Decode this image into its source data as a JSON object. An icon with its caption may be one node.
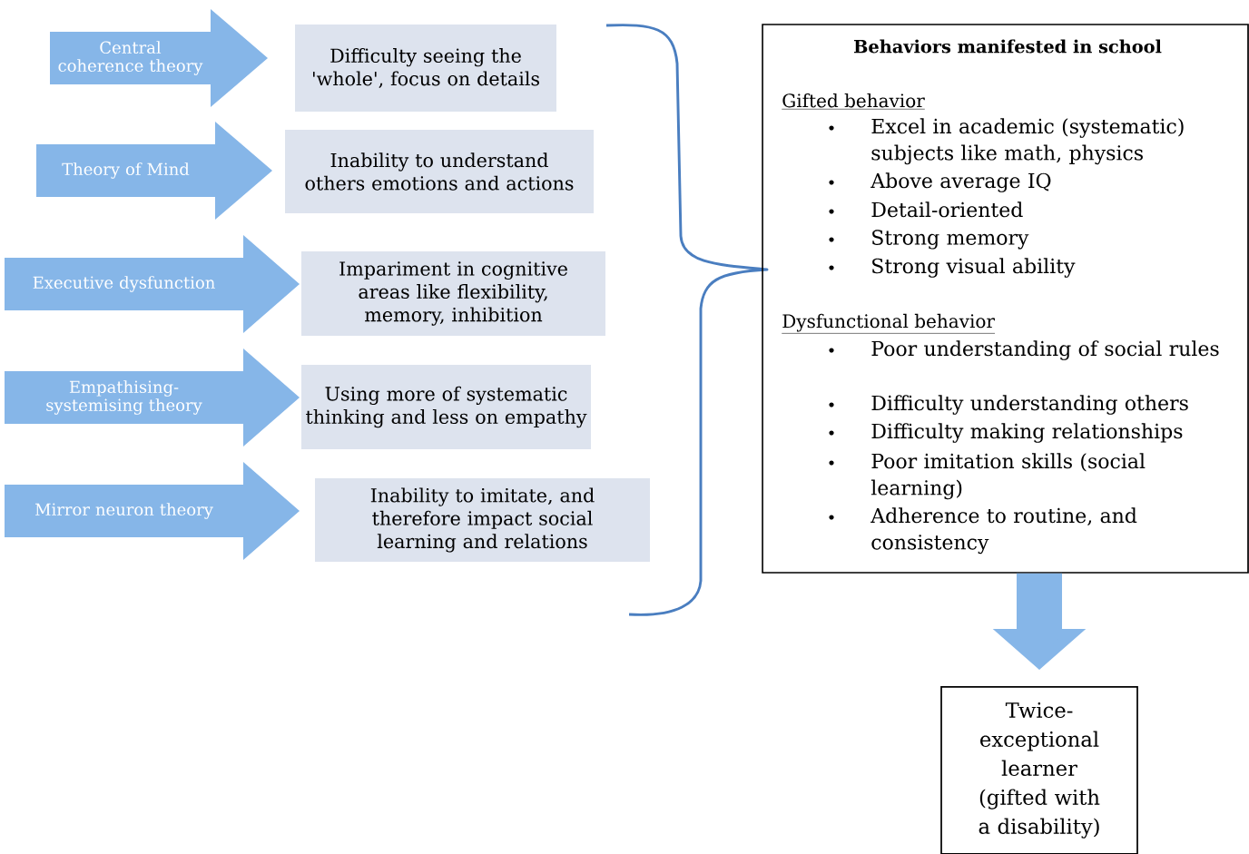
{
  "diagram": {
    "nodes": [
      {
        "text": [
          "Central coherence theory"
        ]
      },
      {
        "text": [
          "Theory of Mind"
        ]
      },
      {
        "text": [
          "Executive dysfunction"
        ]
      },
      {
        "text": [
          "Empathising-systemising theory"
        ]
      },
      {
        "text": [
          "Mirror neuron theory"
        ]
      },
      {
        "text": [
          "Difficulty seeing the 'whole', focus on details"
        ]
      },
      {
        "text": [
          "Inability to understand others emotions and actions"
        ]
      },
      {
        "text": [
          "Impariment in cognitive areas like flexibility, memory, inhibition"
        ]
      },
      {
        "text": [
          "Using more of systematic thinking and less on empathy"
        ]
      },
      {
        "text": [
          "Inability to imitate, and therefore impact social learning and relations"
        ]
      },
      {
        "text": [
          "Behaviors manifested in school",
          "Gifted behavior",
          "Excel in academic (systematic) subjects like math, physics",
          "Above average IQ",
          "Detail-oriented",
          "Strong memory",
          "Strong visual ability",
          "Dysfunctional behavior",
          "Poor understanding of social rules",
          "Difficulty understanding others",
          "Difficulty making relationships",
          "Poor imitation skills (social learning)",
          "Adherence to routine, and consistency"
        ]
      },
      {
        "text": [
          "Twice-exceptional learner (gifted with a disability)"
        ]
      }
    ],
    "edges": [
      {
        "from": 10,
        "to": 11,
        "arrow": "to"
      }
    ]
  }
}
